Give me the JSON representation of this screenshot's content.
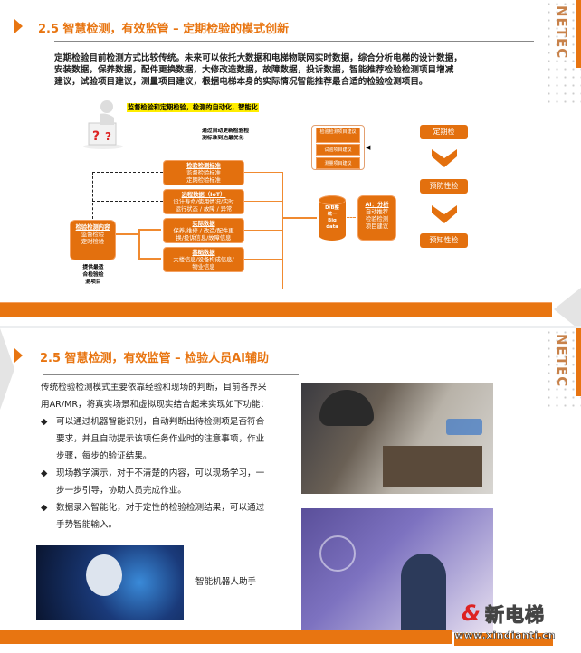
{
  "slide1": {
    "title": "2.5 智慧检测，有效监管 – 定期检验的模式创新",
    "paragraph": [
      "定期检验目前检测方式比较传统。未来可以依托大数据和电梯物联网实时数据，综合分析电梯的设计数据，",
      "安装数据，保养数据，配件更换数据，大修改造数据，故障数据，投诉数据，智能推荐检验检测项目增减",
      "建议，试验项目建议，测量项目建议，根据电梯本身的实际情况智能推荐最合适的检验检测项目。"
    ],
    "highlight": "监督检验和定期检验，检测的自动化，智能化",
    "note": [
      "通过自动更新检验检",
      "测标准到达最优化"
    ],
    "boxes": [
      {
        "title": "检验检测标准",
        "lines": [
          "监督检验标准",
          "定期检验标准"
        ]
      },
      {
        "title": "远程数据（IoT）",
        "lines": [
          "设计寿命/使用情况/实时",
          "运行状态 / 故障 / 异常"
        ]
      },
      {
        "title": "实际数据",
        "lines": [
          "保养/维修 / 改造/配件更",
          "换/投诉信息/故障信息"
        ]
      },
      {
        "title": "基础数据",
        "lines": [
          "大楼信息/设备构成信息/",
          "物业信息"
        ]
      }
    ],
    "content_box": {
      "title": "检验检测内容",
      "lines": [
        "监督检验",
        "定时检验"
      ]
    },
    "content_caption": [
      "提供最适",
      "合检验检",
      "测项目"
    ],
    "bigdata": [
      "D/B整",
      "统一",
      "Big",
      "data"
    ],
    "ai_box": {
      "title": "AI：分析",
      "lines": [
        "自动推荐",
        "检验检测",
        "项目建议"
      ]
    },
    "suggestions": [
      "检验检测项目建议",
      "试验项目建议",
      "测量项目建议"
    ],
    "stages": [
      "定期检",
      "预防性检",
      "预知性检"
    ],
    "brand": "NETEC",
    "accent": "#e87511"
  },
  "slide2": {
    "title": "2.5 智慧检测，有效监管 – 检验人员AI辅助",
    "intro": "传统检验检测模式主要依靠经验和现场的判断，目前各界采用AR/MR，将真实场景和虚拟现实结合起来实现如下功能：",
    "bullets": [
      "可以通过机器智能识别，自动判断出待检测项是否符合要求，并且自动提示该项任务作业时的注意事项，作业步骤，每步的验证结果。",
      "现场教学演示，对于不清楚的内容，可以现场学习，一步一步引导，协助人员完成作业。",
      "数据录入智能化，对于定性的检验检测结果，可以通过手势智能输入。"
    ],
    "bullet_glyph": "◆",
    "robot_caption": "智能机器人助手",
    "brand": "NETEC"
  },
  "watermark": {
    "name": "新电梯",
    "url": "www.xindianti.cn"
  }
}
